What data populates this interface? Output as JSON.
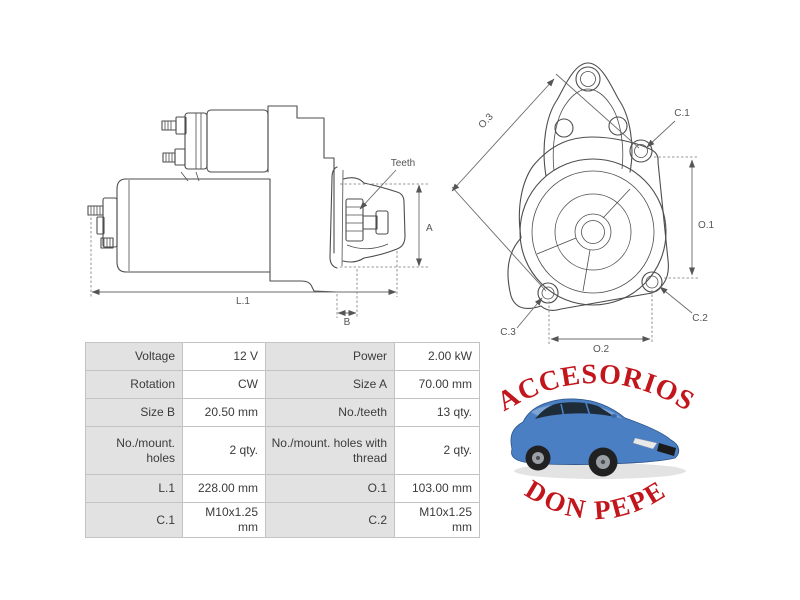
{
  "side_view": {
    "teeth_label": "Teeth",
    "dim_a": "A",
    "dim_l1": "L.1",
    "dim_b": "B"
  },
  "front_view": {
    "dim_o3": "O.3",
    "dim_c1": "C.1",
    "dim_o1": "O.1",
    "dim_o2": "O.2",
    "dim_c2": "C.2",
    "dim_c3": "C.3"
  },
  "spec_table": {
    "rows": [
      {
        "c0": "Voltage",
        "c1": "12 V",
        "c2": "Power",
        "c3": "2.00 kW"
      },
      {
        "c0": "Rotation",
        "c1": "CW",
        "c2": "Size A",
        "c3": "70.00 mm"
      },
      {
        "c0": "Size B",
        "c1": "20.50 mm",
        "c2": "No./teeth",
        "c3": "13 qty."
      },
      {
        "c0": "No./mount. holes",
        "c1": "2 qty.",
        "c2": "No./mount. holes with thread",
        "c3": "2 qty."
      },
      {
        "c0": "L.1",
        "c1": "228.00 mm",
        "c2": "O.1",
        "c3": "103.00 mm"
      },
      {
        "c0": "C.1",
        "c1": "M10x1.25 mm",
        "c2": "C.2",
        "c3": "M10x1.25 mm"
      }
    ]
  },
  "brand": {
    "arc_top": "ACCESORIOS",
    "arc_bottom": "DON PEPE",
    "text_color": "#c2151c",
    "car_body_color": "#4b7fc4"
  }
}
